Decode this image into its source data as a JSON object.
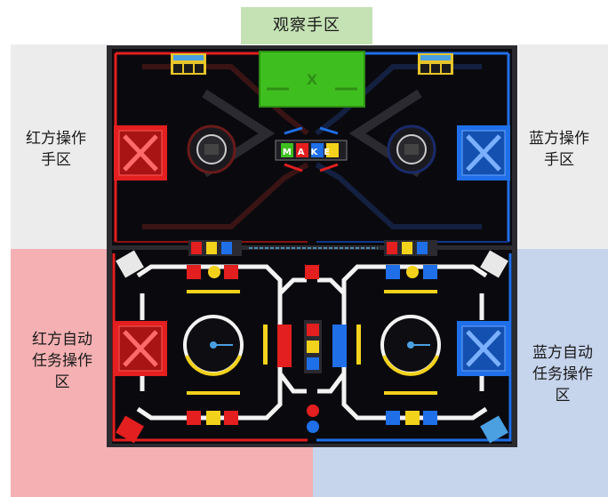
{
  "labels": {
    "observer": "观察手区",
    "red_operator": "红方操作手区",
    "blue_operator": "蓝方操作手区",
    "red_auto": "红方自动任务操作区",
    "blue_auto": "蓝方自动任务操作区"
  },
  "field": {
    "center_sign": "MAKE",
    "center_mark": "X"
  },
  "colors": {
    "observer_zone": "#c5e2b5",
    "operator_zone": "#ececec",
    "red_zone": "#f4b0b2",
    "blue_zone": "#c6d4ec",
    "red": "#e31f1f",
    "blue": "#1f6fe8",
    "yellow": "#f2d21b",
    "green": "#3fbf1f",
    "field_dark": "#0a0a0e",
    "line": "#f3f3f3"
  }
}
